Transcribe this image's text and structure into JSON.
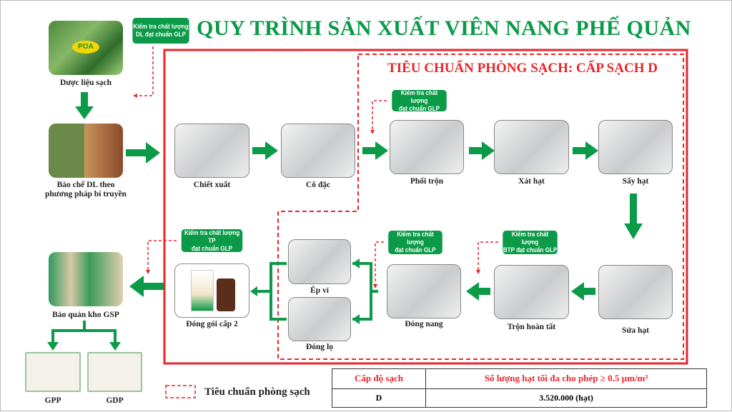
{
  "title": "QUY TRÌNH SẢN XUẤT VIÊN NANG PHẾ QUẢN",
  "clean_room_title": "TIÊU CHUẨN PHÒNG SẠCH: CẤP SẠCH D",
  "logo_text": "POA",
  "steps": {
    "duoc_lieu": "Dược liệu sạch",
    "bao_che_1": "Bào chế DL theo",
    "bao_che_2": "phương pháp bí truyền",
    "chiet_xuat": "Chiết xuất",
    "co_dac": "Cô đặc",
    "phoi_tron": "Phối trộn",
    "xat_hat": "Xát hạt",
    "say_hat": "Sấy hạt",
    "sua_hat": "Sửa hạt",
    "tron_hoan_tat": "Trộn hoàn tất",
    "dong_nang": "Đóng nang",
    "ep_vi": "Ép vỉ",
    "dong_lo": "Đóng lọ",
    "dong_goi": "Đóng gói cấp 2",
    "bao_quan": "Bảo quản kho GSP",
    "gpp": "GPP",
    "gdp": "GDP"
  },
  "qc": {
    "dl": "Kiểm tra chất lượng\nDL đạt chuẩn GLP",
    "phoi_tron": "Kiểm tra chất lượng\nđạt chuẩn GLP",
    "dong_nang": "Kiểm tra chất lượng\nđạt chuẩn GLP",
    "btp": "Kiểm tra chất lượng\nBTP đạt chuẩn GLP",
    "tp": "Kiểm tra chất lượng TP\nđạt chuẩn GLP"
  },
  "legend": "Tiêu chuẩn phòng sạch",
  "table": {
    "headers": [
      "Cấp độ sạch",
      "Số lượng hạt tối đa cho phép ≥ 0.5 µm/m³"
    ],
    "rows": [
      [
        "D",
        "3.520.000 (hạt)"
      ]
    ]
  },
  "colors": {
    "green": "#0a9a48",
    "red": "#e8262b"
  }
}
